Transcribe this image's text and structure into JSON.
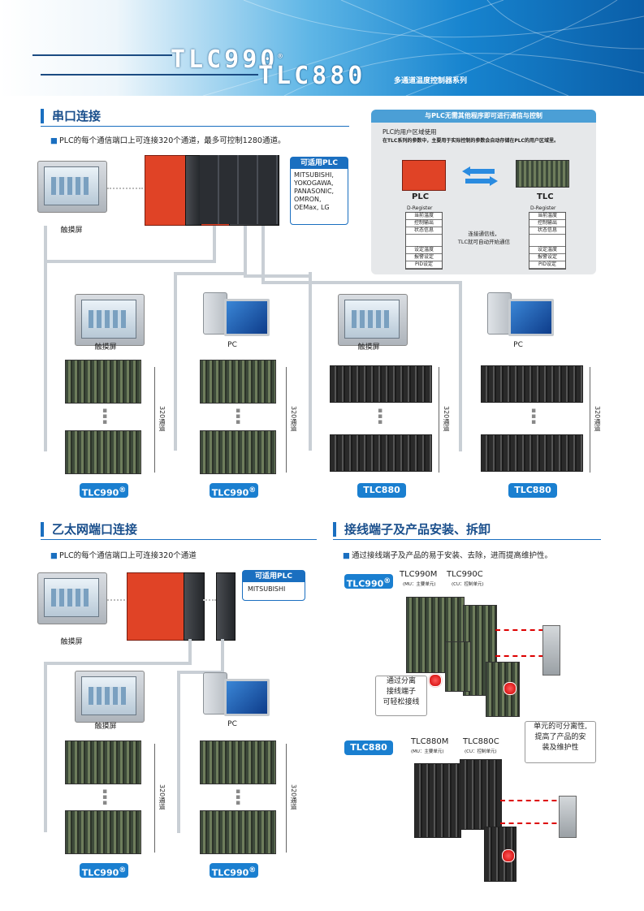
{
  "header": {
    "title_line1": "TLC990",
    "title_line2": "TLC880",
    "reg_mark": "®",
    "subtitle": "多通道温度控制器系列"
  },
  "serial": {
    "heading": "串口连接",
    "bullet": "PLC的每个通信端口上可连接320个通道，最多可控制1280通道。",
    "plc_callout": {
      "title": "可适用PLC",
      "items": [
        "MITSUBISHI,",
        "YOKOGAWA,",
        "PANASONIC,",
        "OMRON,",
        "OEMax, LG"
      ]
    },
    "touch_label": "触摸屏",
    "columns": [
      {
        "top_label": "触摸屏",
        "channels": "320通道",
        "model": "TLC990",
        "reg": true
      },
      {
        "top_label": "PC",
        "channels": "320通道",
        "model": "TLC990",
        "reg": true
      },
      {
        "top_label": "触摸屏",
        "channels": "320通道",
        "model": "TLC880",
        "reg": false
      },
      {
        "top_label": "PC",
        "channels": "320通道",
        "model": "TLC880",
        "reg": false
      }
    ]
  },
  "panel": {
    "title": "与PLC无需其他程序即可进行通信与控制",
    "line1": "PLC的用户区域使用",
    "line2": "在TLC系列的参数中，主要用于实际控制的参数会自动存储在PLC的用户区域里。",
    "plc_label": "PLC",
    "tlc_label": "TLC",
    "dreg": "D-Register",
    "reg_rows_plc": [
      "当前温度",
      "控制输出",
      "状态信息",
      "",
      "设定温度",
      "报警设定",
      "PID设定"
    ],
    "reg_rows_tlc": [
      "当前温度",
      "控制输出",
      "状态信息",
      "",
      "设定温度",
      "报警设定",
      "PID设定"
    ],
    "mid_text1": "连接通信线，",
    "mid_text2": "TLC就可自动开始通信"
  },
  "ethernet": {
    "heading": "乙太网端口连接",
    "bullet": "PLC的每个通信端口上可连接320个通道",
    "plc_callout": {
      "title": "可适用PLC",
      "items": [
        "MITSUBISHI"
      ]
    },
    "touch_label": "触摸屏",
    "columns": [
      {
        "top_label": "触摸屏",
        "channels": "320通道",
        "model": "TLC990"
      },
      {
        "top_label": "PC",
        "channels": "320通道",
        "model": "TLC990"
      }
    ]
  },
  "terminal": {
    "heading": "接线端子及产品安装、拆卸",
    "bullet": "通过接线端子及产品的易于安装、去除，进而提高维护性。",
    "tlc990_pill": "TLC990",
    "tlc990m": "TLC990M",
    "tlc990m_sub": "(MU：主要单元)",
    "tlc990c": "TLC990C",
    "tlc990c_sub": "(CU：控制单元)",
    "note1": [
      "通过分离",
      "接线端子",
      "可轻松接线"
    ],
    "tlc880_pill": "TLC880",
    "tlc880m": "TLC880M",
    "tlc880m_sub": "(MU：主要单元)",
    "tlc880c": "TLC880C",
    "tlc880c_sub": "(CU：控制单元)",
    "note2": [
      "单元的可分离性,",
      "提高了产品的安",
      "装及维护性"
    ]
  },
  "colors": {
    "accent": "#1a7fd0",
    "heading": "#1a4f8c",
    "plc_red": "#e04326"
  }
}
